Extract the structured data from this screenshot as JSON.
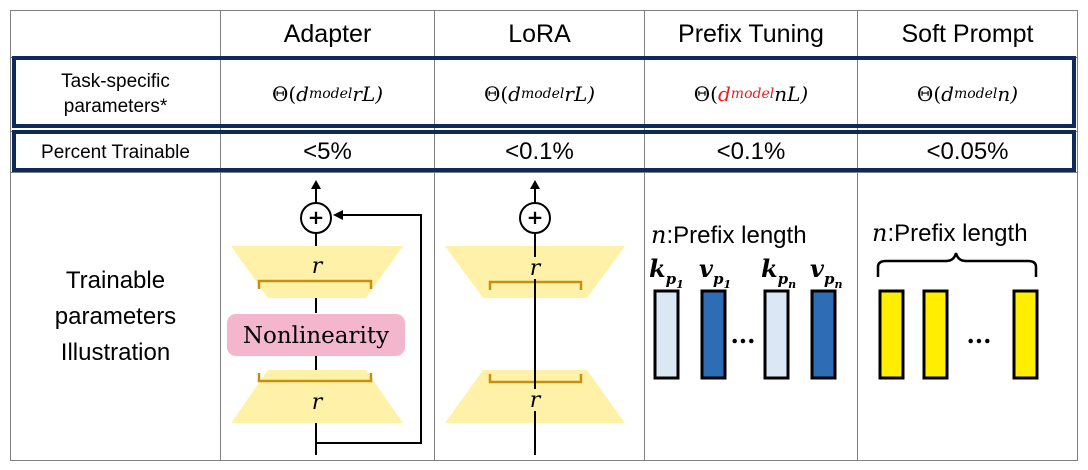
{
  "columns": [
    "Adapter",
    "LoRA",
    "Prefix Tuning",
    "Soft Prompt"
  ],
  "rows": {
    "params_label_line1": "Task-specific",
    "params_label_line2": "parameters*",
    "params": [
      {
        "base": "Θ(",
        "var": "d",
        "sub": "model",
        "tail": "rL)",
        "highlight": false
      },
      {
        "base": "Θ(",
        "var": "d",
        "sub": "model",
        "tail": "rL)",
        "highlight": false
      },
      {
        "base": "Θ(",
        "var": "d",
        "sub": "model",
        "tail": "nL)",
        "highlight": true
      },
      {
        "base": "Θ(",
        "var": "d",
        "sub": "model",
        "tail": "n)",
        "highlight": false
      }
    ],
    "percent_label": "Percent Trainable",
    "percent": [
      "<5%",
      "<0.1%",
      "<0.1%",
      "<0.05%"
    ],
    "illus_label_line1": "Trainable",
    "illus_label_line2": "parameters",
    "illus_label_line3": "Illustration"
  },
  "adapter": {
    "plus": "+",
    "rank_top": "r",
    "rank_bottom": "r",
    "nonlinearity": "Nonlinearity"
  },
  "lora": {
    "plus": "+",
    "rank_top": "r",
    "rank_bottom": "r"
  },
  "prefix": {
    "caption_var": "n",
    "caption_text": ":Prefix length",
    "k": "k",
    "v": "v",
    "p": "p",
    "sub1": "1",
    "subn": "n",
    "ellipsis": "..."
  },
  "soft": {
    "caption_var": "n",
    "caption_text": ":Prefix length",
    "ellipsis": "..."
  },
  "colors": {
    "border_navy": "#0e2a5a",
    "trapezoid_fill": "#fff2a8",
    "bracket": "#c5900e",
    "nonlinearity_bg": "#f4b6cc",
    "highlight_red": "#e52020",
    "key_fill": "#dae7f5",
    "value_fill": "#2e6db5",
    "soft_fill": "#ffee00"
  }
}
